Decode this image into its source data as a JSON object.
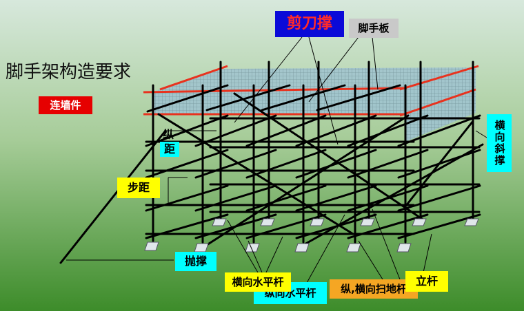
{
  "diagram": {
    "title": "脚手架构造要求",
    "labels": {
      "scissor_brace": "剪刀撑",
      "scaffold_board": "脚手板",
      "wall_tie": "连墙件",
      "longitudinal_spacing_1": "纵",
      "longitudinal_spacing_2": "距",
      "step_distance": "步距",
      "diagonal_brace": "横向斜撑",
      "throw_brace": "抛撑",
      "transverse_horizontal_bar": "横向水平杆",
      "longitudinal_horizontal_bar": "纵向水平杆",
      "sweep_bar": "纵,横向扫地杆",
      "vertical_pole": "立杆"
    },
    "colors": {
      "bg_top": "#cfe2d4",
      "bg_bottom": "#3e8e2c",
      "tube": "#000000",
      "red_bar": "#e8321e",
      "mesh": "#8fb4c4",
      "label_blue": "#0a0ad8",
      "label_gray": "#c9c9c9",
      "label_red": "#e60000",
      "label_cyan": "#00ffff",
      "label_yellow": "#ffff00",
      "label_orange": "#f5a623"
    }
  }
}
